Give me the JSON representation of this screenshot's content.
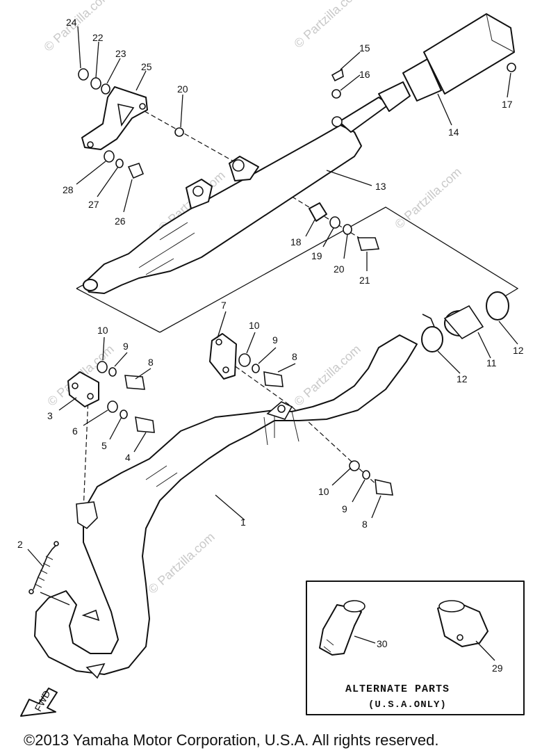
{
  "watermarks": [
    "© Partzilla.com",
    "© Partzilla.com",
    "© Partzilla.com",
    "© Partzilla.com",
    "© Partzilla.com",
    "© Partzilla.com",
    "© Partzilla.com"
  ],
  "callouts": {
    "p1": "1",
    "p2": "2",
    "p3": "3",
    "p4": "4",
    "p5": "5",
    "p6": "6",
    "p7": "7",
    "p8a": "8",
    "p8b": "8",
    "p8c": "8",
    "p9a": "9",
    "p9b": "9",
    "p9c": "9",
    "p10a": "10",
    "p10b": "10",
    "p10c": "10",
    "p11": "11",
    "p12a": "12",
    "p12b": "12",
    "p13": "13",
    "p14": "14",
    "p15": "15",
    "p16": "16",
    "p17": "17",
    "p18": "18",
    "p19": "19",
    "p20a": "20",
    "p20b": "20",
    "p21": "21",
    "p22": "22",
    "p23": "23",
    "p24": "24",
    "p25": "25",
    "p26": "26",
    "p27": "27",
    "p28": "28",
    "p29": "29",
    "p30": "30"
  },
  "alternate_box": {
    "title": "ALTERNATE PARTS",
    "subtitle": "(U.S.A.ONLY)"
  },
  "fwd_label": "FWD",
  "footer": {
    "copyright": "©2013 Yamaha Motor Corporation, U.S.A. All rights reserved."
  }
}
